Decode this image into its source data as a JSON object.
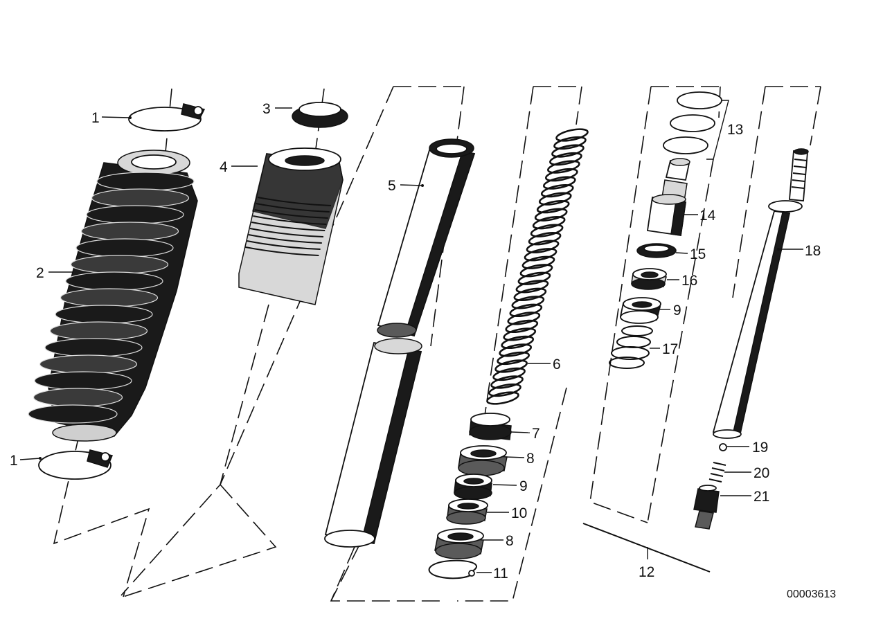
{
  "diagram": {
    "document_number": "00003613",
    "callouts": [
      {
        "id": "c1a",
        "label": "1"
      },
      {
        "id": "c1b",
        "label": "1"
      },
      {
        "id": "c2",
        "label": "2"
      },
      {
        "id": "c3",
        "label": "3"
      },
      {
        "id": "c4",
        "label": "4"
      },
      {
        "id": "c5",
        "label": "5"
      },
      {
        "id": "c6",
        "label": "6"
      },
      {
        "id": "c7",
        "label": "7"
      },
      {
        "id": "c8a",
        "label": "8"
      },
      {
        "id": "c9a",
        "label": "9"
      },
      {
        "id": "c10",
        "label": "10"
      },
      {
        "id": "c8b",
        "label": "8"
      },
      {
        "id": "c11",
        "label": "11"
      },
      {
        "id": "c12",
        "label": "12"
      },
      {
        "id": "c13",
        "label": "13"
      },
      {
        "id": "c14",
        "label": "14"
      },
      {
        "id": "c15",
        "label": "15"
      },
      {
        "id": "c16",
        "label": "16"
      },
      {
        "id": "c9b",
        "label": "9"
      },
      {
        "id": "c17",
        "label": "17"
      },
      {
        "id": "c18",
        "label": "18"
      },
      {
        "id": "c19",
        "label": "19"
      },
      {
        "id": "c20",
        "label": "20"
      },
      {
        "id": "c21",
        "label": "21"
      }
    ]
  }
}
